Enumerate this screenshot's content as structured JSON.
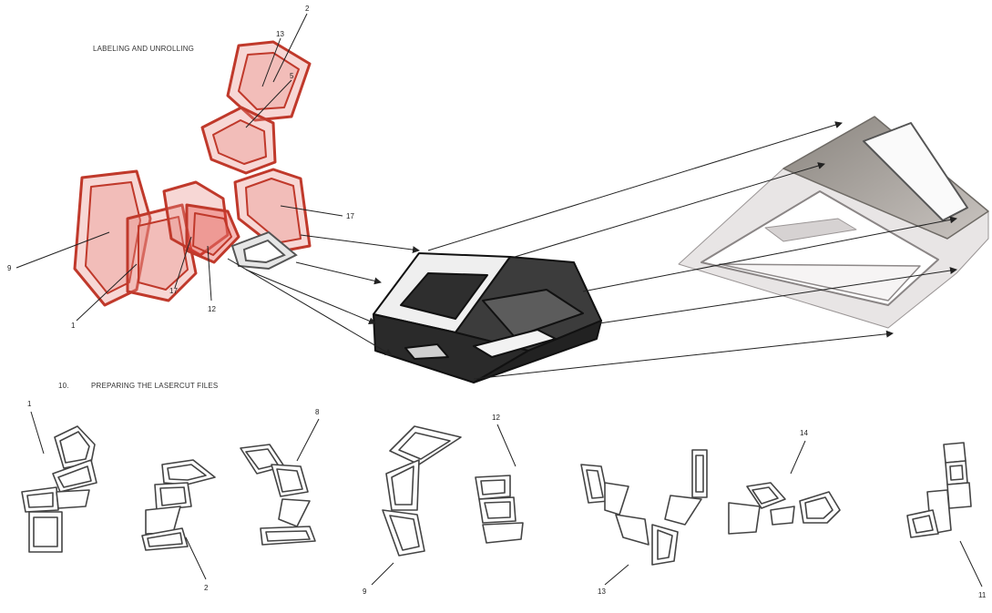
{
  "headings": {
    "labeling": "LABELING AND UNROLLING",
    "section_number": "10.",
    "preparing": "PREPARING THE LASERCUT FILES"
  },
  "top_labels": [
    "2",
    "13",
    "5",
    "17",
    "9",
    "17",
    "1",
    "12"
  ],
  "bottom_labels": [
    "1",
    "8",
    "12",
    "14",
    "2",
    "9",
    "13",
    "11"
  ],
  "colors": {
    "red_frame": "#c0392b",
    "red_fill": "#e8a5a0",
    "dark_model": "#3a3a3a",
    "light_face": "#ededed",
    "photo_frame": "#d9d6d6",
    "photo_dark": "#6f6b66",
    "line": "#222222"
  }
}
